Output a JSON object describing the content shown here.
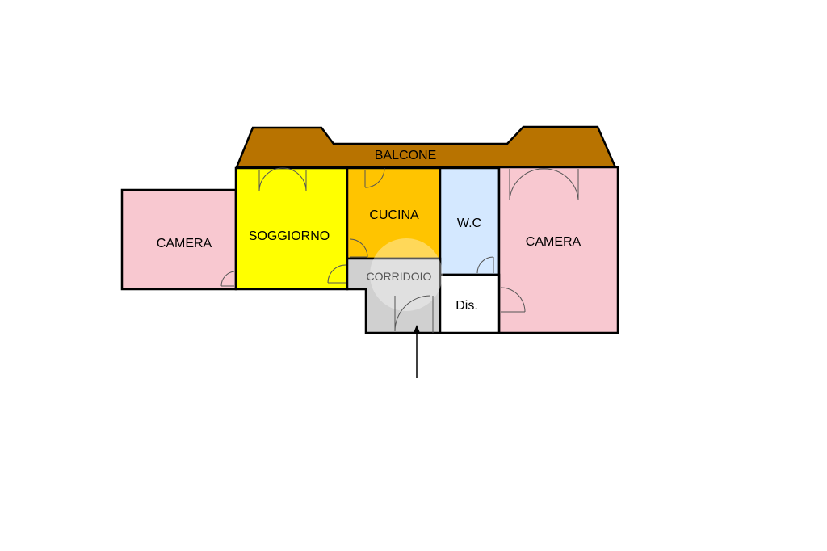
{
  "rooms": {
    "balcone": {
      "label": "BALCONE",
      "color": "#b87300"
    },
    "camera_left": {
      "label": "CAMERA",
      "color": "#f8c8d0"
    },
    "soggiorno": {
      "label": "SOGGIORNO",
      "color": "#ffff00"
    },
    "cucina": {
      "label": "CUCINA",
      "color": "#ffc400"
    },
    "wc": {
      "label": "W.C",
      "color": "#d4e8ff"
    },
    "camera_right": {
      "label": "CAMERA",
      "color": "#f8c8d0"
    },
    "corridoio": {
      "label": "CORRIDOIO",
      "color": "#d0d0d0"
    },
    "dis": {
      "label": "Dis.",
      "color": "#ffffff"
    }
  },
  "icons": {
    "entrance": "arrow-up-icon"
  }
}
